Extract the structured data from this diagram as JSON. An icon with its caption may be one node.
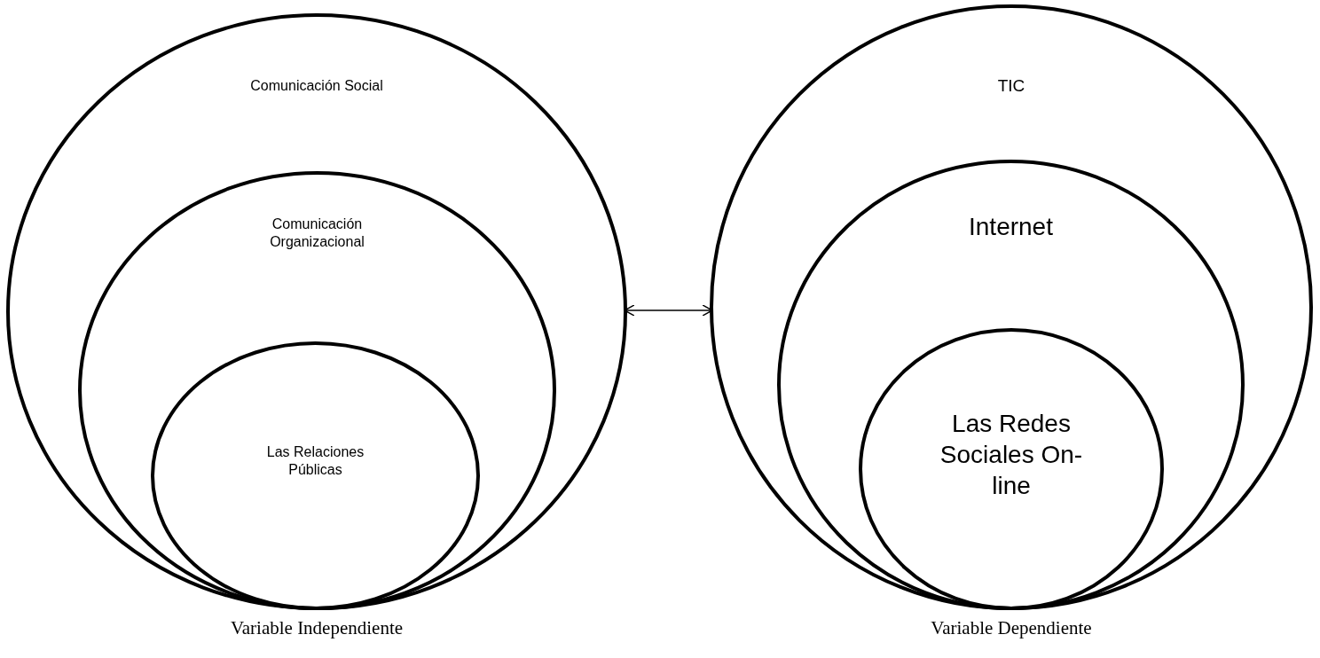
{
  "diagram": {
    "nodes": [
      {
        "text": [
          "Comunicación Social"
        ],
        "beside": [
          "Variable Independiente"
        ]
      },
      {
        "text": [
          "Comunicación Organizacional"
        ],
        "in": 0
      },
      {
        "text": [
          "Las Relaciones Públicas"
        ],
        "in": 1
      },
      {
        "text": [
          "TIC"
        ],
        "beside": [
          "Variable Dependiente"
        ]
      },
      {
        "text": [
          "Internet"
        ],
        "in": 3
      },
      {
        "text": [
          "Las Redes Sociales On-line"
        ],
        "in": 4
      }
    ],
    "edges": [
      {
        "from": 0,
        "to": 3,
        "arrow": "both"
      }
    ]
  }
}
